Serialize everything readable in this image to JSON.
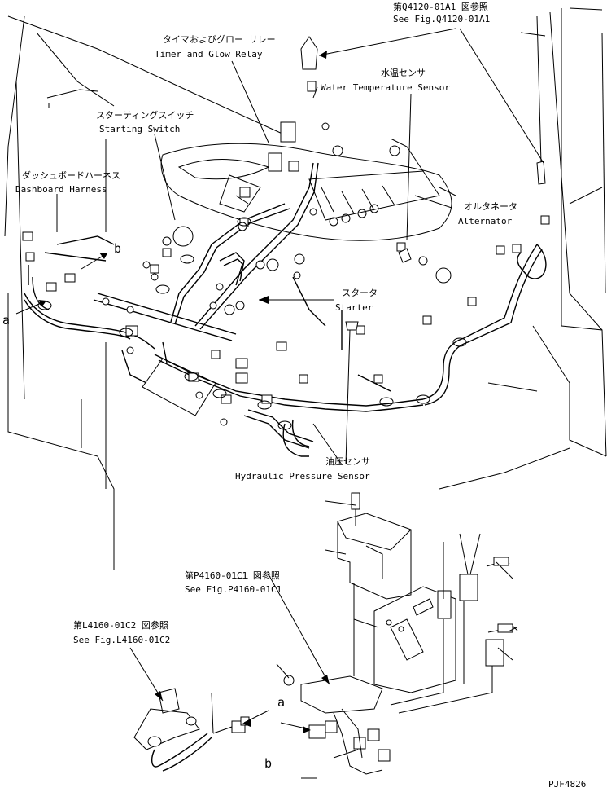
{
  "labels": {
    "fig_q4120_jp": "第Q4120-01A1 図参照",
    "fig_q4120_en": "See Fig.Q4120-01A1",
    "timer_jp": "タイマおよびグロー リレー",
    "timer_en": "Timer and Glow Relay",
    "water_jp": "水温センサ",
    "water_en": "Water Temperature Sensor",
    "starting_jp": "スターティングスイッチ",
    "starting_en": "Starting Switch",
    "dash_jp": "ダッシュボードハーネス",
    "dash_en": "Dashboard Harness",
    "alt_jp": "オルタネータ",
    "alt_en": "Alternator",
    "starter_jp": "スタータ",
    "starter_en": "Starter",
    "hyd_jp": "油圧センサ",
    "hyd_en": "Hydraulic Pressure Sensor",
    "fig_p4160_jp": "第P4160-01C1 図参照",
    "fig_p4160_en": "See Fig.P4160-01C1",
    "fig_l4160_jp": "第L4160-01C2 図参照",
    "fig_l4160_en": "See Fig.L4160-01C2",
    "ref_a_top": "a",
    "ref_b_top": "b",
    "ref_a_bottom": "a",
    "ref_b_bottom": "b",
    "drawing_no": "PJF4826"
  }
}
